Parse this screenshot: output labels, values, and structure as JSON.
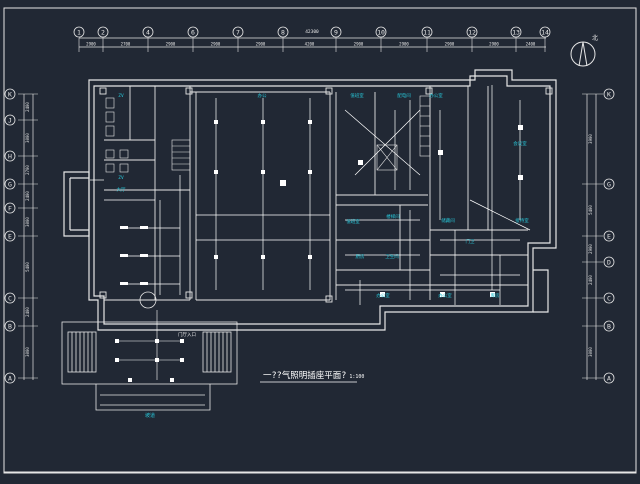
{
  "colors": {
    "background": "#212834",
    "line": "#e6e6e6",
    "wire": "#ffffff",
    "label": "#27c4d6",
    "caption": "#ffffff"
  },
  "top_axes": [
    "1",
    "2",
    "4",
    "6",
    "7",
    "8",
    "9",
    "10",
    "11",
    "12",
    "13",
    "14"
  ],
  "top_dims": [
    "2900",
    "2700",
    "2900",
    "2900",
    "2900",
    "4200",
    "2900",
    "2900",
    "2900",
    "2900",
    "2400"
  ],
  "top_total": "42300",
  "left_axes": [
    "K",
    "J",
    "H",
    "G",
    "F",
    "E",
    "C",
    "B",
    "A"
  ],
  "left_dims": [
    "2400",
    "3000",
    "2700",
    "2400",
    "3000",
    "5400",
    "2400",
    "3000"
  ],
  "right_axes": [
    "K",
    "G",
    "E",
    "D",
    "C",
    "B",
    "A"
  ],
  "right_dims": [
    "3900",
    "5400",
    "2900",
    "2400",
    "3000"
  ],
  "room_labels": [
    "ZV",
    "ZV",
    "大厅",
    "办公",
    "值班室",
    "配电间",
    "办公室",
    "值班室",
    "楼梯间",
    "会议室",
    "接待室",
    "储藏间",
    "厨房",
    "卫生间",
    "办公室",
    "办公室",
    "库房",
    "门卫"
  ],
  "entrance_label": "门厅入口",
  "ramp_label": "坡道",
  "north_label": "北",
  "drawing_title": "一??气照明插座平面?",
  "drawing_scale": "1:100"
}
